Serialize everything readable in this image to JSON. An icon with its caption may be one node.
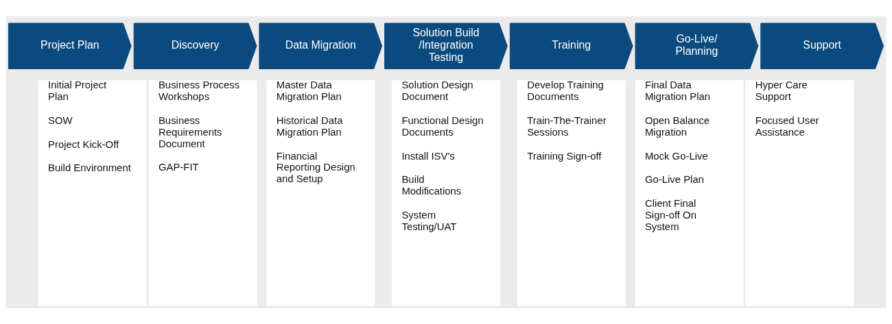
{
  "diagram": {
    "nodes": [
      {
        "text": [
          "Project Plan"
        ]
      },
      {
        "text": [
          "Discovery"
        ]
      },
      {
        "text": [
          "Data Migration"
        ]
      },
      {
        "text": [
          "Solution Build/Integration Testing"
        ]
      },
      {
        "text": [
          "Training"
        ]
      },
      {
        "text": [
          "Go-Live/ Planning"
        ]
      },
      {
        "text": [
          "Support"
        ]
      },
      {
        "text": [
          "Initial Project Plan",
          "SOW",
          "Project Kick-Off",
          "Build Environment"
        ]
      },
      {
        "text": [
          "Business Process Workshops",
          "Business Requirements Document",
          "GAP-FIT"
        ]
      },
      {
        "text": [
          "Master Data Migration Plan",
          "Historical Data Migration Plan",
          "Financial Reporting Design and Setup"
        ]
      },
      {
        "text": [
          "Solution Design Document",
          "Functional Design Documents",
          "Install ISV's",
          "Build Modifications",
          "System Testing/UAT"
        ]
      },
      {
        "text": [
          "Develop Training Documents",
          "Train-The-Trainer Sessions",
          "Training Sign-off"
        ]
      },
      {
        "text": [
          "Final Data Migration Plan",
          "Open Balance Migration",
          "Mock Go-Live",
          "Go-Live Plan",
          "Client Final Sign-off On System"
        ]
      },
      {
        "text": [
          "Hyper Care Support",
          "Focused User Assistance"
        ]
      }
    ]
  }
}
